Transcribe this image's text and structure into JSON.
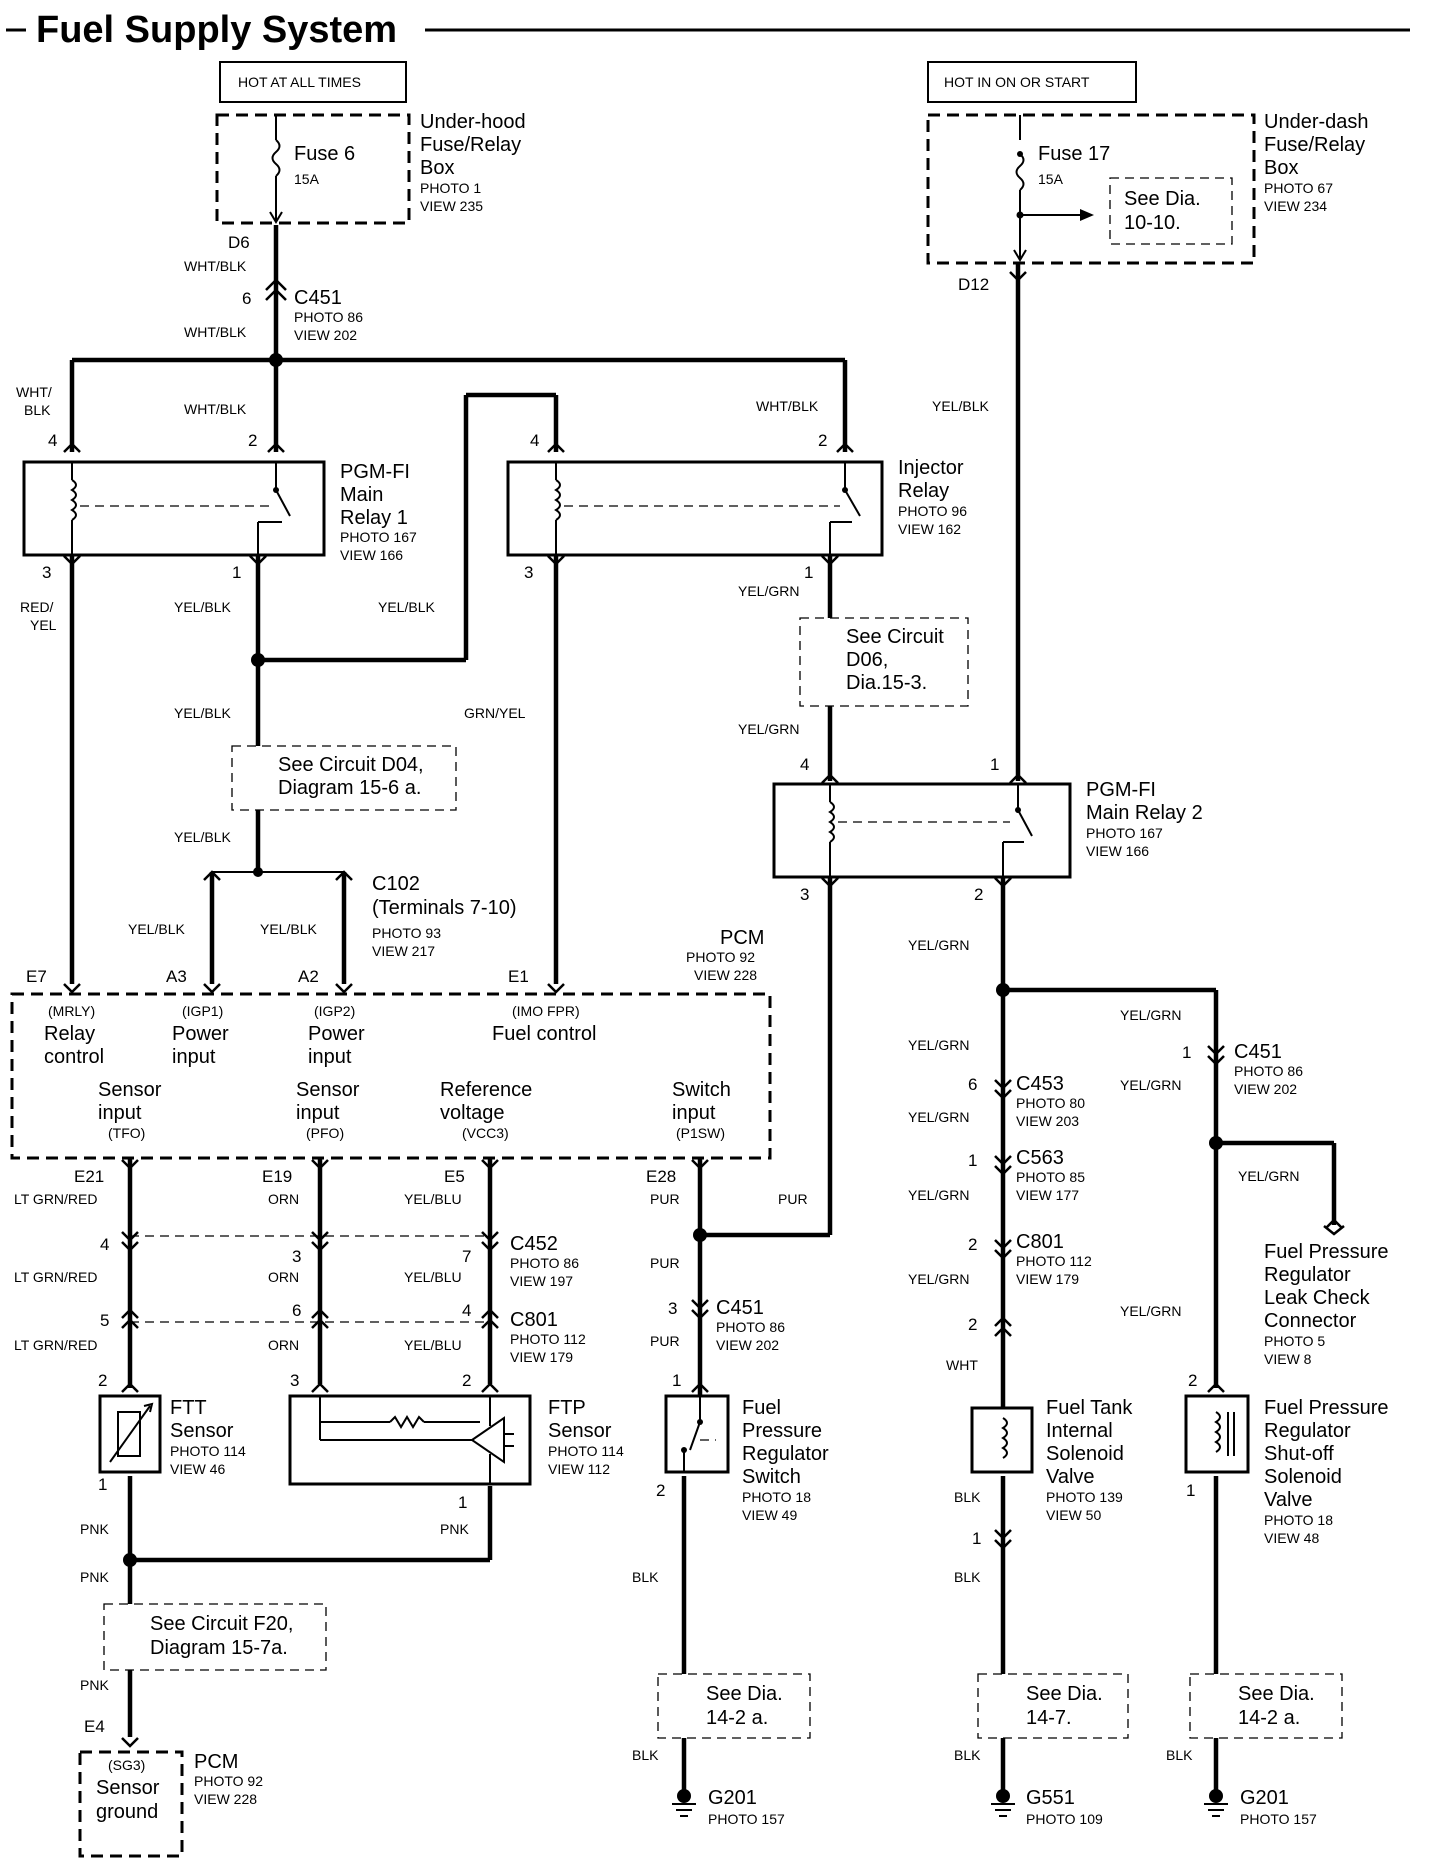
{
  "title": "Fuel Supply System",
  "power_sources": {
    "hot_at_all_times": "HOT AT ALL TIMES",
    "hot_in_on_or_start": "HOT IN ON OR START"
  },
  "fuse_boxes": {
    "underhood": {
      "name_l1": "Under-hood",
      "name_l2": "Fuse/Relay",
      "name_l3": "Box",
      "photo": "PHOTO 1",
      "view": "VIEW 235",
      "fuse": "Fuse 6",
      "rating": "15A",
      "terminal": "D6"
    },
    "underdash": {
      "name_l1": "Under-dash",
      "name_l2": "Fuse/Relay",
      "name_l3": "Box",
      "photo": "PHOTO 67",
      "view": "VIEW 234",
      "fuse": "Fuse 17",
      "rating": "15A",
      "terminal": "D12",
      "ref_l1": "See Dia.",
      "ref_l2": "10-10."
    }
  },
  "wire_colors": {
    "wht_blk": "WHT/BLK",
    "wht_blk_split_l1": "WHT/",
    "wht_blk_split_l2": "BLK",
    "yel_blk": "YEL/BLK",
    "red_yel_l1": "RED/",
    "red_yel_l2": "YEL",
    "grn_yel": "GRN/YEL",
    "yel_grn": "YEL/GRN",
    "lt_grn_red": "LT GRN/RED",
    "orn": "ORN",
    "yel_blu": "YEL/BLU",
    "pur": "PUR",
    "pnk": "PNK",
    "blk": "BLK",
    "wht": "WHT"
  },
  "connectors": {
    "c451_top": {
      "name": "C451",
      "photo": "PHOTO 86",
      "view": "VIEW 202",
      "pin": "6"
    },
    "c102": {
      "name": "C102",
      "sub": "(Terminals 7-10)",
      "photo": "PHOTO 93",
      "view": "VIEW 217"
    },
    "c452": {
      "name": "C452",
      "photo": "PHOTO 86",
      "view": "VIEW 197",
      "pin_a": "4",
      "pin_b": "3",
      "pin_c": "7"
    },
    "c801_left": {
      "name": "C801",
      "photo": "PHOTO 112",
      "view": "VIEW 179",
      "pin_a": "5",
      "pin_b": "6",
      "pin_c": "4"
    },
    "c451_mid": {
      "name": "C451",
      "photo": "PHOTO 86",
      "view": "VIEW 202",
      "pin": "3"
    },
    "c451_right": {
      "name": "C451",
      "photo": "PHOTO 86",
      "view": "VIEW 202",
      "pin": "1"
    },
    "c453": {
      "name": "C453",
      "photo": "PHOTO 80",
      "view": "VIEW 203",
      "pin": "6"
    },
    "c563": {
      "name": "C563",
      "photo": "PHOTO 85",
      "view": "VIEW 177",
      "pin": "1"
    },
    "c801_right": {
      "name": "C801",
      "photo": "PHOTO 112",
      "view": "VIEW 179",
      "pin": "2"
    }
  },
  "relays": {
    "main1": {
      "l1": "PGM-FI",
      "l2": "Main",
      "l3": "Relay 1",
      "photo": "PHOTO 167",
      "view": "VIEW 166",
      "p4": "4",
      "p2": "2",
      "p3": "3",
      "p1": "1"
    },
    "injector": {
      "l1": "Injector",
      "l2": "Relay",
      "photo": "PHOTO 96",
      "view": "VIEW 162",
      "p4": "4",
      "p2": "2",
      "p3": "3",
      "p1": "1"
    },
    "main2": {
      "l1": "PGM-FI",
      "l2": "Main Relay 2",
      "photo": "PHOTO 167",
      "view": "VIEW 166",
      "p4": "4",
      "p1": "1",
      "p3": "3",
      "p2": "2"
    }
  },
  "refs": {
    "d06": {
      "l1": "See Circuit",
      "l2": "D06,",
      "l3": "Dia.15-3."
    },
    "d04": {
      "l1": "See Circuit D04,",
      "l2": "Diagram 15-6 a."
    },
    "f20": {
      "l1": "See Circuit F20,",
      "l2": "Diagram 15-7a."
    },
    "g_left": {
      "l1": "See Dia.",
      "l2": "14-2 a."
    },
    "g_mid": {
      "l1": "See Dia.",
      "l2": "14-7."
    },
    "g_right": {
      "l1": "See Dia.",
      "l2": "14-2 a."
    }
  },
  "pcm": {
    "name": "PCM",
    "photo": "PHOTO 92",
    "view": "VIEW 228",
    "e7": "E7",
    "a3": "A3",
    "a2": "A2",
    "e1": "E1",
    "mrly": "(MRLY)",
    "relay_control_l1": "Relay",
    "relay_control_l2": "control",
    "igp1": "(IGP1)",
    "power_l1": "Power",
    "power_l2": "input",
    "igp2": "(IGP2)",
    "imo_fpr": "(IMO FPR)",
    "fuel_control": "Fuel control",
    "sensor_l1": "Sensor",
    "sensor_l2": "input",
    "tfo": "(TFO)",
    "pfo": "(PFO)",
    "ref_l1": "Reference",
    "ref_l2": "voltage",
    "vcc3": "(VCC3)",
    "switch_l1": "Switch",
    "switch_l2": "input",
    "p1sw": "(P1SW)",
    "e21": "E21",
    "e19": "E19",
    "e5": "E5",
    "e28": "E28"
  },
  "pcm_ground": {
    "terminal": "E4",
    "sg3": "(SG3)",
    "l1": "Sensor",
    "l2": "ground",
    "name": "PCM",
    "photo": "PHOTO 92",
    "view": "VIEW 228"
  },
  "components": {
    "ftt": {
      "l1": "FTT",
      "l2": "Sensor",
      "photo": "PHOTO 114",
      "view": "VIEW 46",
      "p2": "2",
      "p1": "1"
    },
    "ftp": {
      "l1": "FTP",
      "l2": "Sensor",
      "photo": "PHOTO 114",
      "view": "VIEW 112",
      "p3": "3",
      "p2": "2",
      "p1": "1"
    },
    "fprs": {
      "l1": "Fuel",
      "l2": "Pressure",
      "l3": "Regulator",
      "l4": "Switch",
      "photo": "PHOTO 18",
      "view": "VIEW 49",
      "p1": "1",
      "p2": "2"
    },
    "ftisv": {
      "l1": "Fuel Tank",
      "l2": "Internal",
      "l3": "Solenoid",
      "l4": "Valve",
      "photo": "PHOTO 139",
      "view": "VIEW 50",
      "p2": "2",
      "p1": "1"
    },
    "fpr_leak": {
      "l1": "Fuel Pressure",
      "l2": "Regulator",
      "l3": "Leak Check",
      "l4": "Connector",
      "photo": "PHOTO 5",
      "view": "VIEW 8"
    },
    "fpr_shutoff": {
      "l1": "Fuel Pressure",
      "l2": "Regulator",
      "l3": "Shut-off",
      "l4": "Solenoid",
      "l5": "Valve",
      "photo": "PHOTO 18",
      "view": "VIEW 48",
      "p2": "2",
      "p1": "1"
    }
  },
  "grounds": {
    "g201_left": {
      "name": "G201",
      "photo": "PHOTO 157"
    },
    "g551": {
      "name": "G551",
      "photo": "PHOTO 109"
    },
    "g201_right": {
      "name": "G201",
      "photo": "PHOTO 157"
    }
  }
}
